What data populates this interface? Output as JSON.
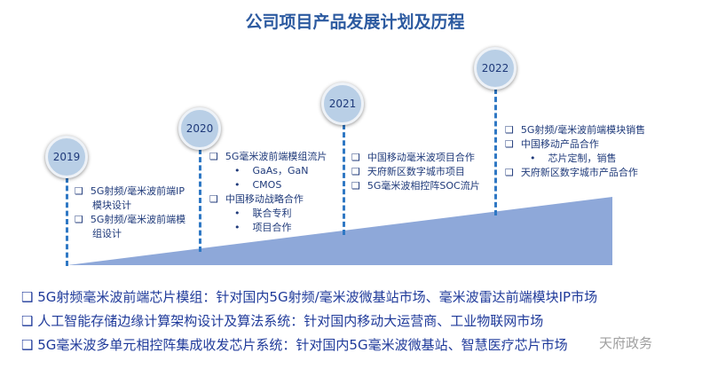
{
  "title": "公司项目产品发展计划及历程",
  "bullet": "❑",
  "years": [
    {
      "year": "2019",
      "items": [
        {
          "t": "5G射频/毫米波前端IP"
        },
        {
          "t": "模块设计",
          "cont": true
        },
        {
          "t": "5G射频/毫米波前端模"
        },
        {
          "t": "组设计",
          "cont": true
        }
      ]
    },
    {
      "year": "2020",
      "items": [
        {
          "t": "5G毫米波前端模组流片"
        },
        {
          "t": "GaAs，GaN",
          "sub": true
        },
        {
          "t": "CMOS",
          "sub": true
        },
        {
          "t": "中国移动战略合作"
        },
        {
          "t": "联合专利",
          "sub": true
        },
        {
          "t": "项目合作",
          "sub": true
        }
      ]
    },
    {
      "year": "2021",
      "items": [
        {
          "t": "中国移动毫米波项目合作"
        },
        {
          "t": "天府新区数字城市项目"
        },
        {
          "t": "5G毫米波相控阵SOC流片"
        }
      ]
    },
    {
      "year": "2022",
      "items": [
        {
          "t": "5G射频/毫米波前端模块销售"
        },
        {
          "t": "中国移动产品合作"
        },
        {
          "t": "芯片定制，销售",
          "sub": true
        },
        {
          "t": "天府新区数字城市产品合作"
        }
      ]
    }
  ],
  "bottom": [
    "5G射频毫米波前端芯片模组：针对国内5G射频/毫米波微基站市场、毫米波雷达前端模块IP市场",
    "人工智能存储边缘计算架构设计及算法系统：针对国内移动大运营商、工业物联网市场",
    "5G毫米波多单元相控阵集成收发芯片系统：针对国内5G毫米波微基站、智慧医疗芯片市场"
  ],
  "watermark": "天府政务"
}
